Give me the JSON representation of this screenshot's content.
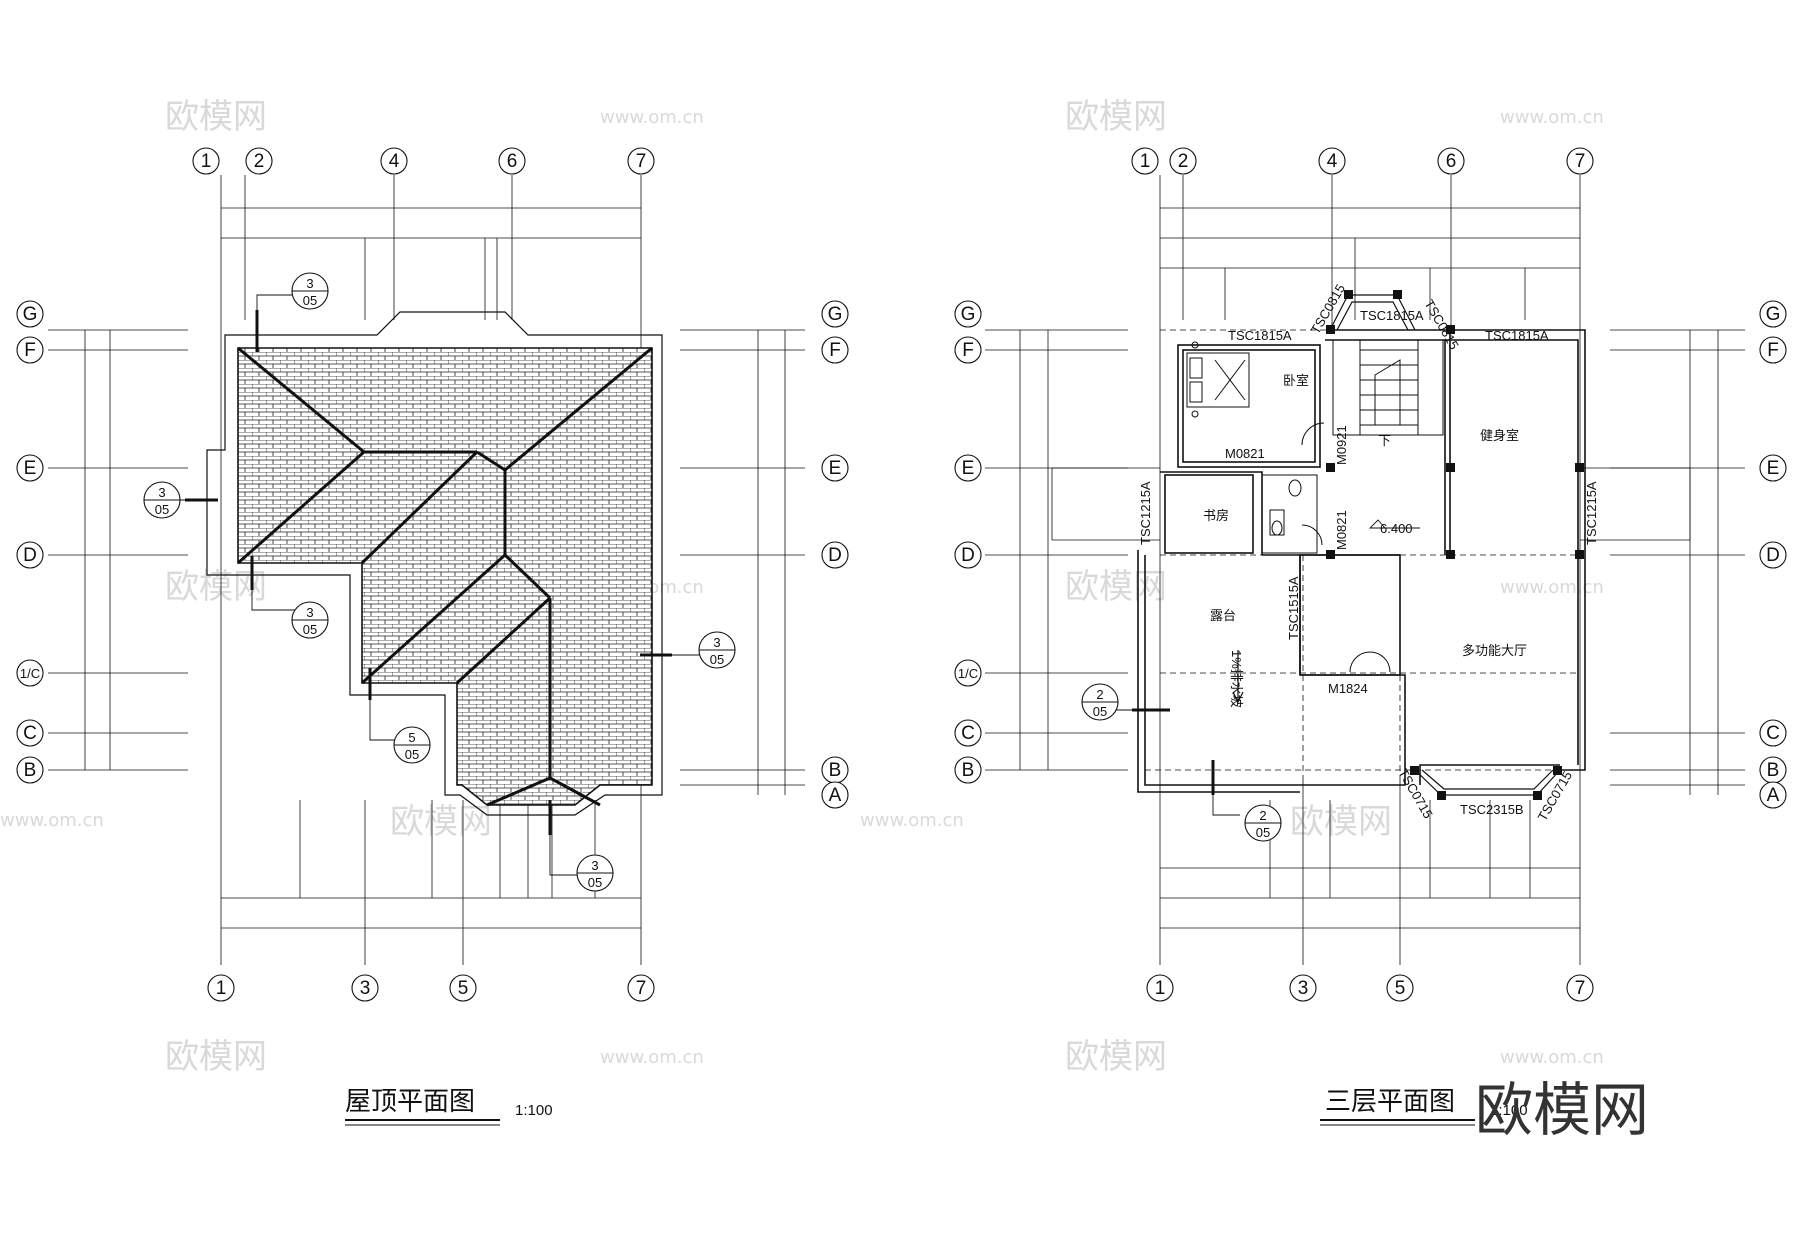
{
  "watermarks": {
    "brand": "欧模网",
    "site": "www.om.cn"
  },
  "roof_plan": {
    "title": "屋顶平面图",
    "scale": "1:100",
    "axes_top": [
      "1",
      "2",
      "4",
      "6",
      "7"
    ],
    "axes_bottom": [
      "1",
      "3",
      "5",
      "7"
    ],
    "axes_left": [
      "G",
      "F",
      "E",
      "D",
      "1/C",
      "C",
      "B"
    ],
    "axes_right": [
      "G",
      "F",
      "E",
      "D",
      "B",
      "A"
    ],
    "detail_refs": [
      {
        "num": "3",
        "sheet": "05"
      },
      {
        "num": "3",
        "sheet": "05"
      },
      {
        "num": "3",
        "sheet": "05"
      },
      {
        "num": "3",
        "sheet": "05"
      },
      {
        "num": "5",
        "sheet": "05"
      },
      {
        "num": "3",
        "sheet": "05"
      }
    ]
  },
  "third_floor_plan": {
    "title": "三层平面图",
    "scale": "1:100",
    "axes_top": [
      "1",
      "2",
      "4",
      "6",
      "7"
    ],
    "axes_bottom": [
      "1",
      "3",
      "5",
      "7"
    ],
    "axes_left": [
      "G",
      "F",
      "E",
      "D",
      "1/C",
      "C",
      "B"
    ],
    "axes_right": [
      "G",
      "F",
      "E",
      "D",
      "C",
      "B",
      "A"
    ],
    "rooms": {
      "bedroom": "卧室",
      "gym": "健身室",
      "study": "书房",
      "terrace": "露台",
      "hall": "多功能大厅",
      "stair_down": "下",
      "drain_slope": "1%排水坡"
    },
    "openings": {
      "win_top_left": "TSC1815A",
      "win_top_mid": "TSC1815A",
      "win_top_right": "TSC1815A",
      "win_bay_left": "TSC0815",
      "win_bay_right": "TSC0815",
      "win_left": "TSC1215A",
      "win_right": "TSC1215A",
      "win_terrace": "TSC1515A",
      "win_bottom": "TSC2315B",
      "win_bottom_bay_l": "TSC0715",
      "win_bottom_bay_r": "TSC0715",
      "door_bed": "M0821",
      "door_m0921": "M0921",
      "door_m0821b": "M0821",
      "door_hall": "M1824"
    },
    "elevation": "6.400",
    "detail_refs": [
      {
        "num": "2",
        "sheet": "05"
      },
      {
        "num": "2",
        "sheet": "05"
      }
    ]
  }
}
